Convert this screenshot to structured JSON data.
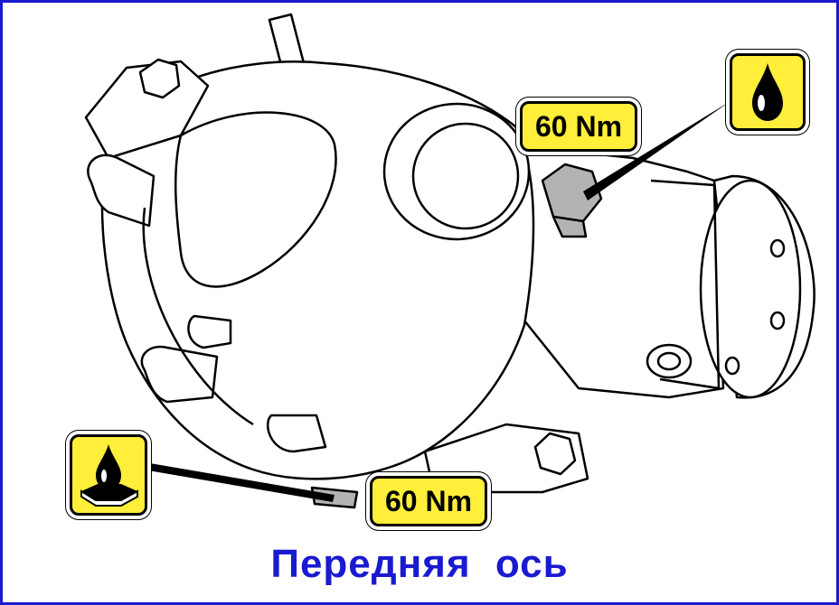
{
  "labels": {
    "torque_upper": "60 Nm",
    "torque_lower": "60 Nm",
    "caption": "Передняя  ось"
  },
  "icons": {
    "upper": "oil-fill-drop-icon",
    "lower": "oil-drain-drop-icon"
  },
  "colors": {
    "label_fill": "#ffee3a",
    "caption": "#1a1ad0",
    "frame": "#1a1ad0"
  }
}
